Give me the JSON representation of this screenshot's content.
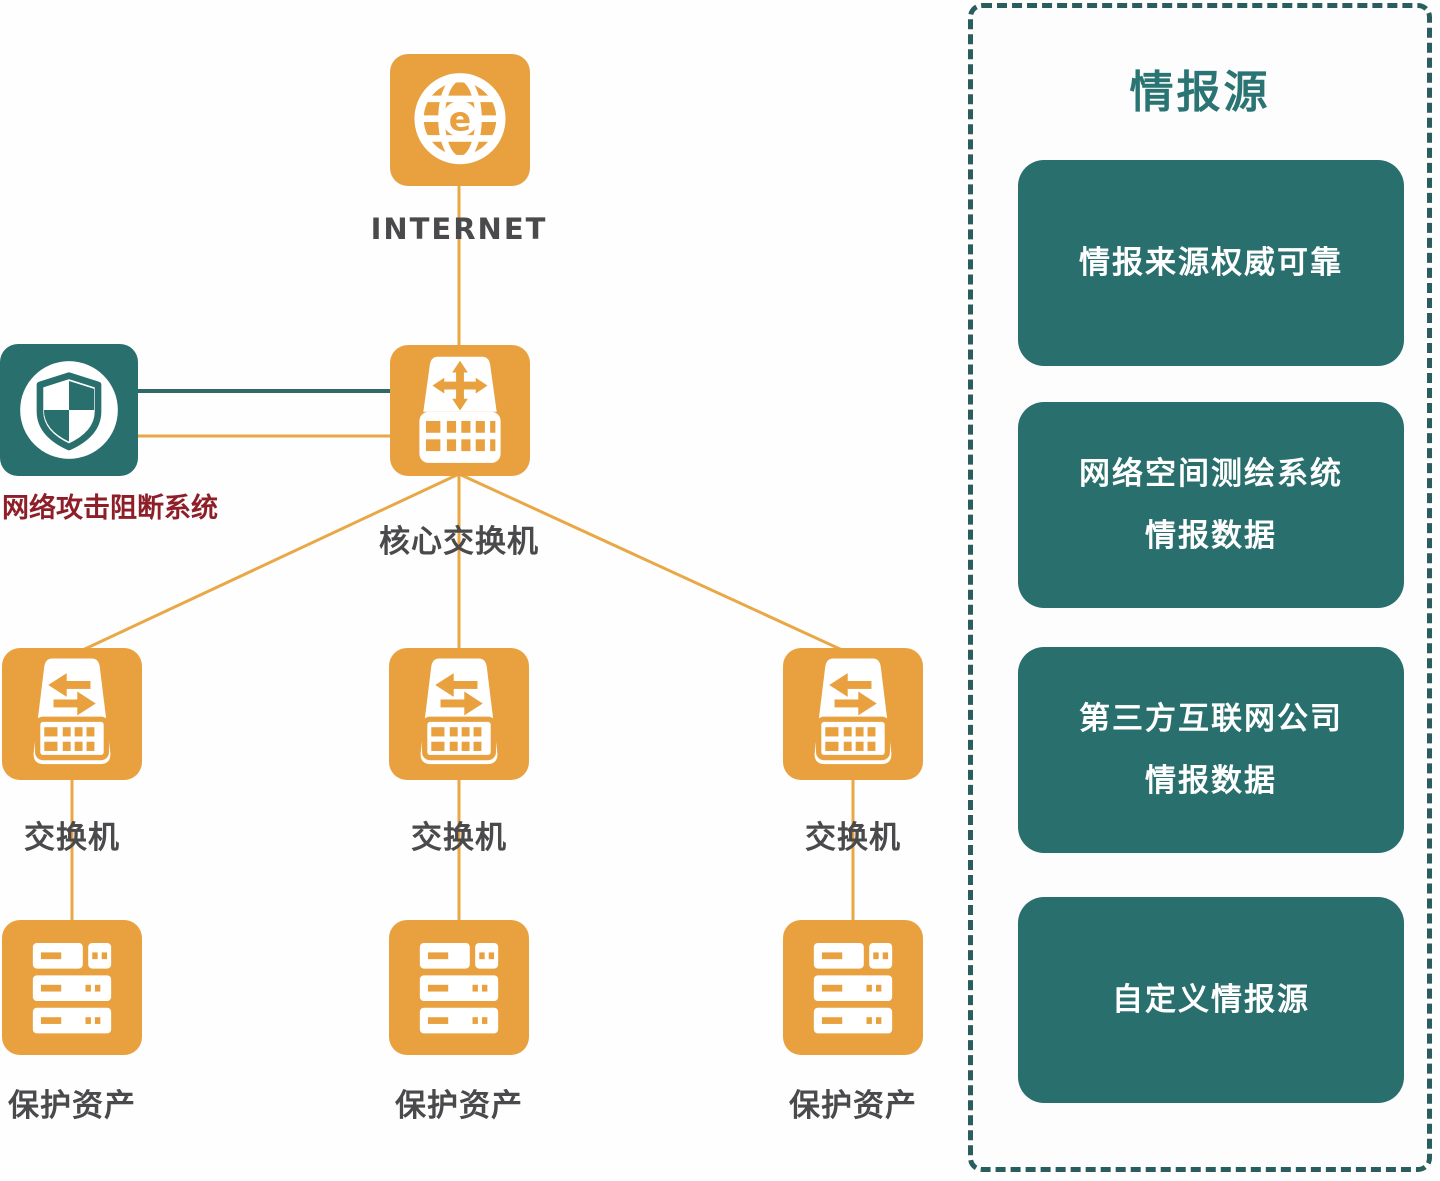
{
  "colors": {
    "orange": "#E8A13E",
    "orange_line": "#E9A845",
    "teal_box": "#296F6D",
    "teal_dashed_border": "#2A5D5D",
    "teal_line": "#33686B",
    "panel_title_teal": "#2A7473",
    "label_gray": "#4A4A4C",
    "label_dark_red": "#8E1F28",
    "icon_white": "#FFFFFF"
  },
  "diagram": {
    "internet": {
      "label": "INTERNET",
      "icon": "globe-icon"
    },
    "core_switch": {
      "label": "核心交换机",
      "icon": "core-switch-icon"
    },
    "attack_blocker": {
      "label": "网络攻击阻断系统",
      "icon": "shield-icon"
    },
    "switches": [
      {
        "label": "交换机",
        "icon": "switch-icon"
      },
      {
        "label": "交换机",
        "icon": "switch-icon"
      },
      {
        "label": "交换机",
        "icon": "switch-icon"
      }
    ],
    "assets": [
      {
        "label": "保护资产",
        "icon": "server-icon"
      },
      {
        "label": "保护资产",
        "icon": "server-icon"
      },
      {
        "label": "保护资产",
        "icon": "server-icon"
      }
    ]
  },
  "panel": {
    "title": "情报源",
    "items": [
      {
        "lines": [
          "情报来源权威可靠"
        ]
      },
      {
        "lines": [
          "网络空间测绘系统",
          "情报数据"
        ]
      },
      {
        "lines": [
          "第三方互联网公司",
          "情报数据"
        ]
      },
      {
        "lines": [
          "自定义情报源"
        ]
      }
    ]
  }
}
